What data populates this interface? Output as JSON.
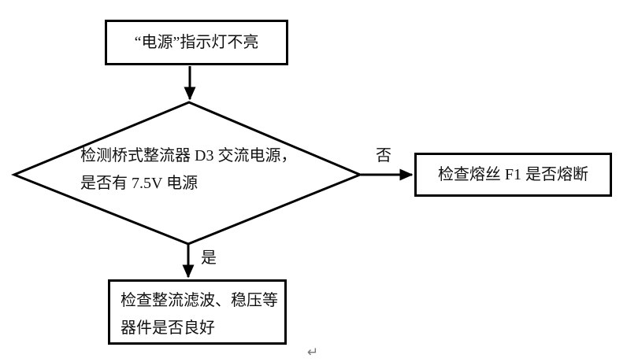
{
  "flowchart": {
    "start_box": "“电源”指示灯不亮",
    "decision": {
      "line1": "检测桥式整流器 D3 交流电源，",
      "line2": "是否有 7.5V 电源"
    },
    "no_label": "否",
    "yes_label": "是",
    "no_box": "检查熔丝 F1 是否熔断",
    "yes_box": {
      "line1": "检查整流滤波、稳压等",
      "line2": "器件是否良好"
    },
    "return_mark": "↵"
  },
  "colors": {
    "line": "#000000",
    "background": "#ffffff",
    "text": "#111111",
    "return_mark": "#777777"
  }
}
